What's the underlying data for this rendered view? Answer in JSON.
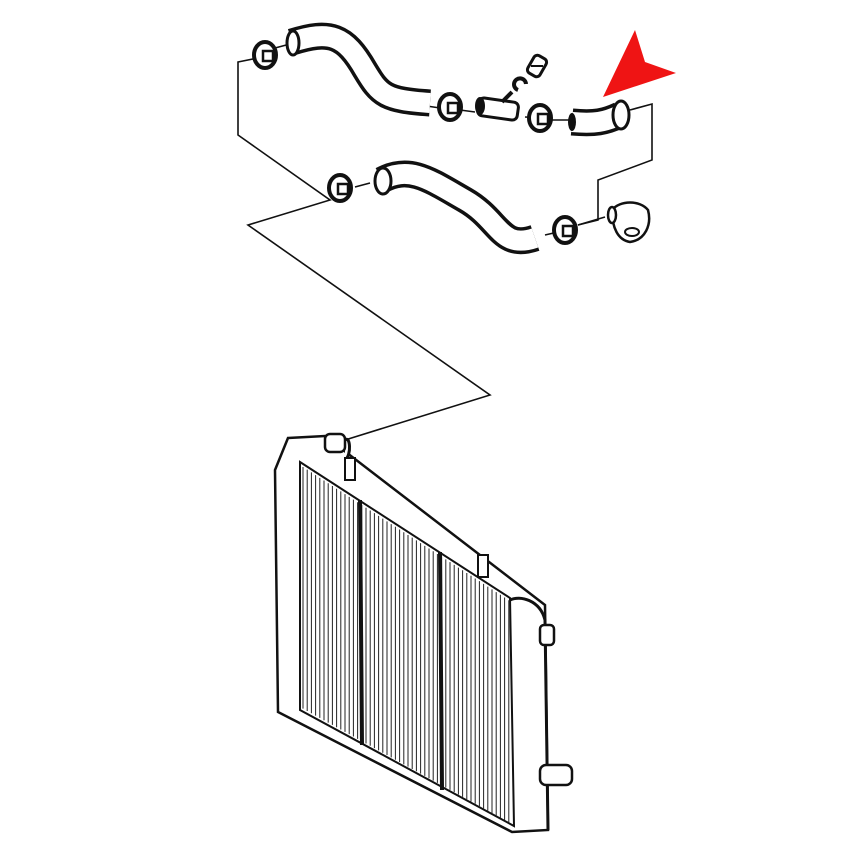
{
  "diagram": {
    "type": "exploded parts diagram",
    "parts": [
      "upper-hose",
      "t-connector",
      "bleed-screw",
      "short-elbow-hose",
      "lower-hose",
      "hose-clamp",
      "thermostat-housing",
      "radiator"
    ],
    "highlighted_part": "short-elbow-hose",
    "colors": {
      "line": "#111111",
      "background": "#ffffff",
      "highlight_arrow": "#ee0000"
    }
  }
}
